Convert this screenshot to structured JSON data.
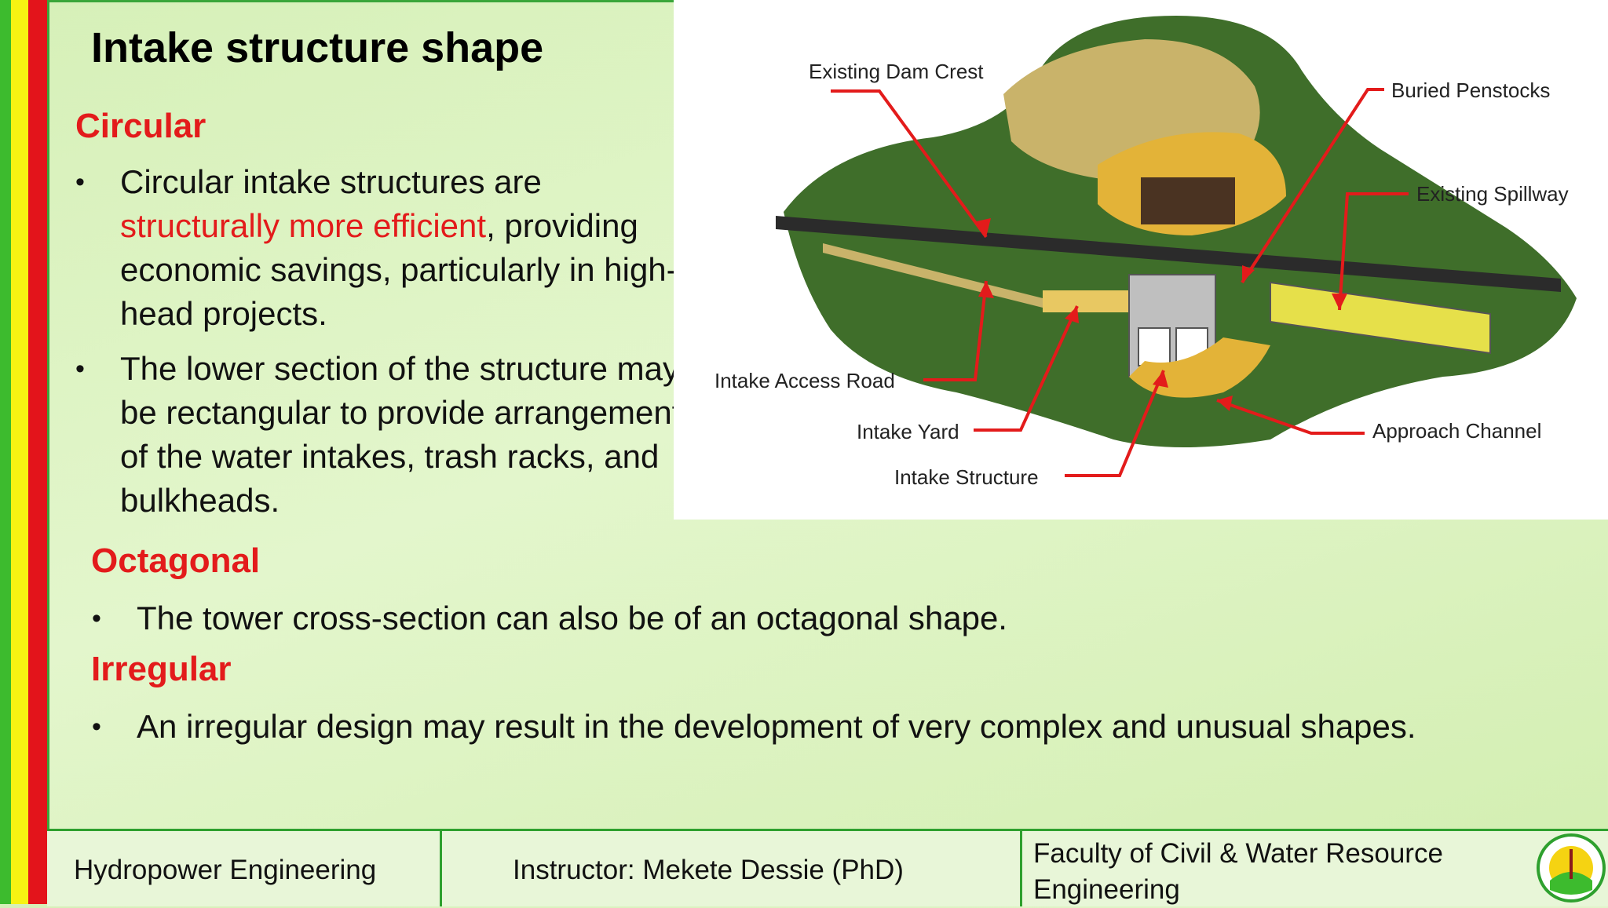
{
  "slide": {
    "title": "Intake structure shape",
    "sections": {
      "circular": {
        "heading": "Circular",
        "bullet1": {
          "before": "Circular intake structures are ",
          "highlight": "structurally more efficient",
          "after": ", providing economic savings, particularly in high-head projects."
        },
        "bullet2": "The lower section of the structure may be rectangular to provide arrangement of the water intakes, trash racks, and bulkheads."
      },
      "octagonal": {
        "heading": "Octagonal",
        "bullet": "The tower cross-section can also be of an octagonal shape."
      },
      "irregular": {
        "heading": "Irregular",
        "bullet": "An irregular design may result in the development of very complex and unusual shapes."
      }
    },
    "bullet_symbol": "•"
  },
  "figure": {
    "labels": {
      "dam_crest": "Existing Dam Crest",
      "penstocks": "Buried Penstocks",
      "spillway": "Existing Spillway",
      "access_road": "Intake Access Road",
      "intake_yard": "Intake Yard",
      "approach_channel": "Approach Channel",
      "intake_structure": "Intake Structure"
    }
  },
  "footer": {
    "course": "Hydropower Engineering",
    "instructor": "Instructor: Mekete Dessie (PhD)",
    "faculty": "Faculty of Civil & Water Resource Engineering"
  },
  "colors": {
    "accent_red": "#e31b1b",
    "stripe_green": "#3dbb2e",
    "stripe_yellow": "#f7f312",
    "stripe_red": "#e3141b",
    "border_green": "#2ea02e"
  }
}
